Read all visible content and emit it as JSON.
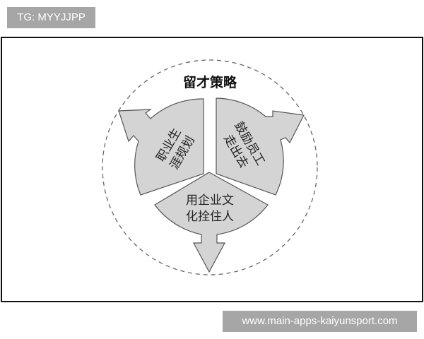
{
  "watermarks": {
    "top_left": "TG: MYYJJPP",
    "bottom_right": "www.main-apps-kaiyunsport.com"
  },
  "diagram": {
    "title": "留才策略",
    "segments": [
      {
        "id": "left",
        "line1": "职业生",
        "line2": "涯规划",
        "arrow": "up-left"
      },
      {
        "id": "right",
        "line1": "鼓励员工",
        "line2": "走出去",
        "arrow": "up-right"
      },
      {
        "id": "bottom",
        "line1": "用企业文",
        "line2": "化拴住人",
        "arrow": "down"
      }
    ],
    "colors": {
      "segment_fill": "#d4d4d4",
      "segment_stroke": "#555555",
      "dashed_circle": "#666666",
      "frame": "#111111",
      "watermark_bg": "#a6a6a6"
    }
  }
}
